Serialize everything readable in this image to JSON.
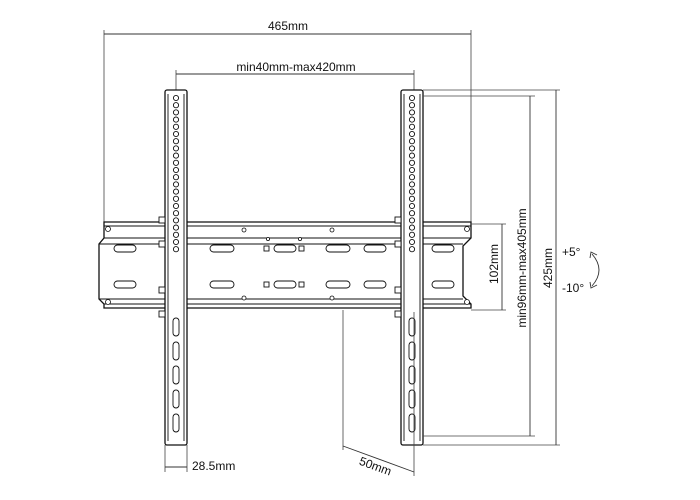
{
  "dimensions": {
    "overall_width": "465mm",
    "horizontal_spacing": "min40mm-max420mm",
    "plate_height": "102mm",
    "vertical_spacing": "min96mm-max405mm",
    "overall_height": "425mm",
    "arm_width": "28.5mm",
    "wall_distance": "50mm"
  },
  "tilt": {
    "up": "+5°",
    "down": "-10°"
  }
}
